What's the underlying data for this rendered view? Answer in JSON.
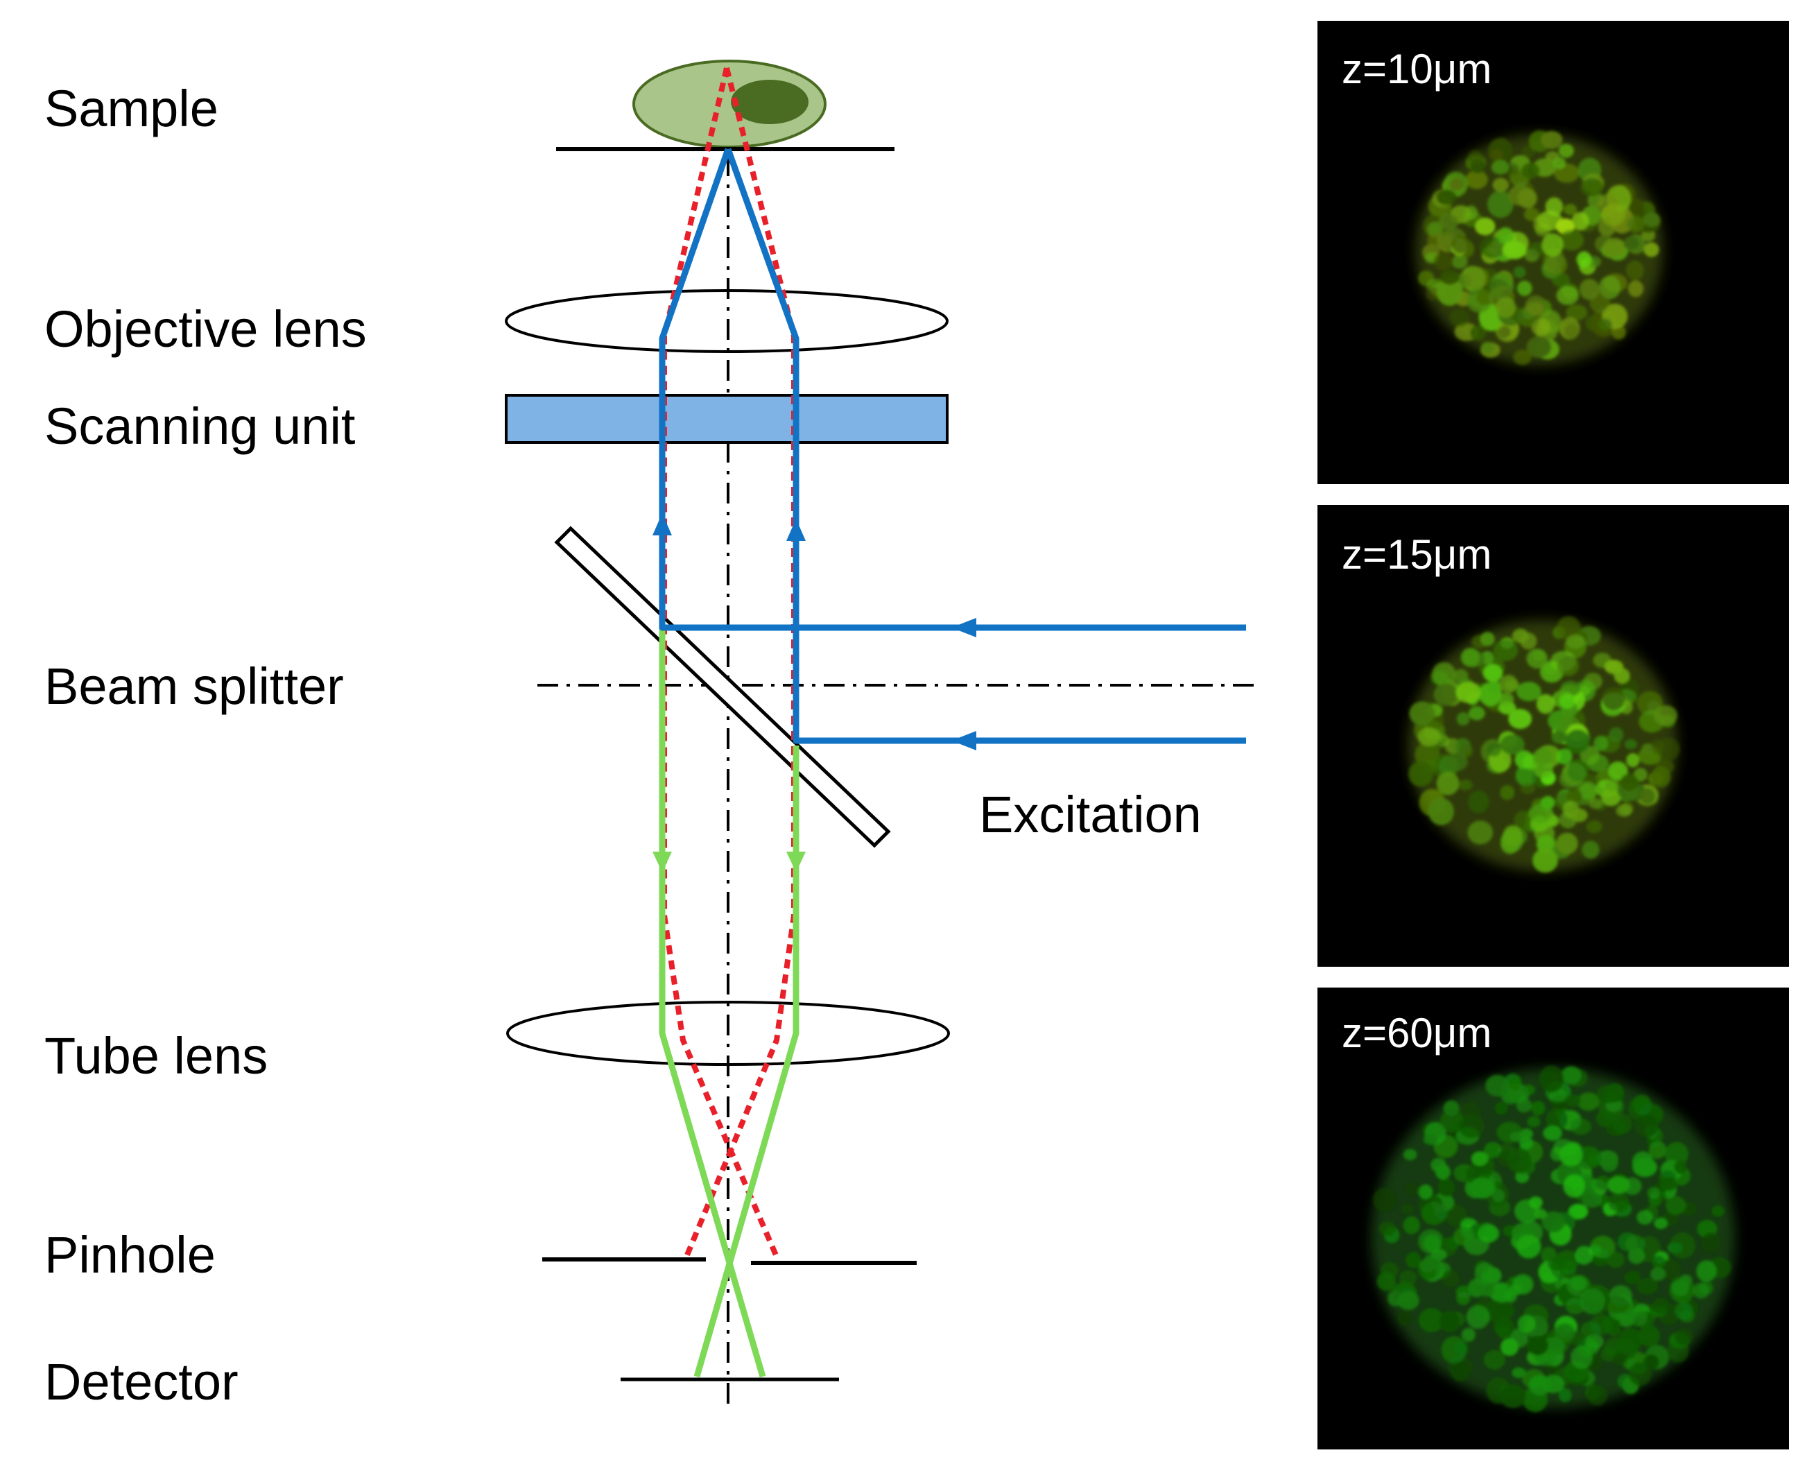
{
  "labels": {
    "sample": "Sample",
    "objective_lens": "Objective lens",
    "scanning_unit": "Scanning unit",
    "beam_splitter": "Beam splitter",
    "tube_lens": "Tube lens",
    "pinhole": "Pinhole",
    "detector": "Detector",
    "excitation": "Excitation"
  },
  "images": [
    {
      "depth_label": "z=10μm",
      "bright": 0.8,
      "yellowness": 0.55,
      "seed": 11
    },
    {
      "depth_label": "z=15μm",
      "bright": 0.85,
      "yellowness": 0.4,
      "seed": 23
    },
    {
      "depth_label": "z=60μm",
      "bright": 0.7,
      "yellowness": 0.05,
      "seed": 37
    }
  ],
  "colors": {
    "excitation_beam": "#1273c4",
    "emission_beam": "#7ed957",
    "out_of_focus_beam": "#e8202a",
    "scanning_unit_fill": "#7fb3e6",
    "sample_outer": "#a9c58a",
    "sample_nucleus": "#4a6b22",
    "image_background": "#000000"
  }
}
